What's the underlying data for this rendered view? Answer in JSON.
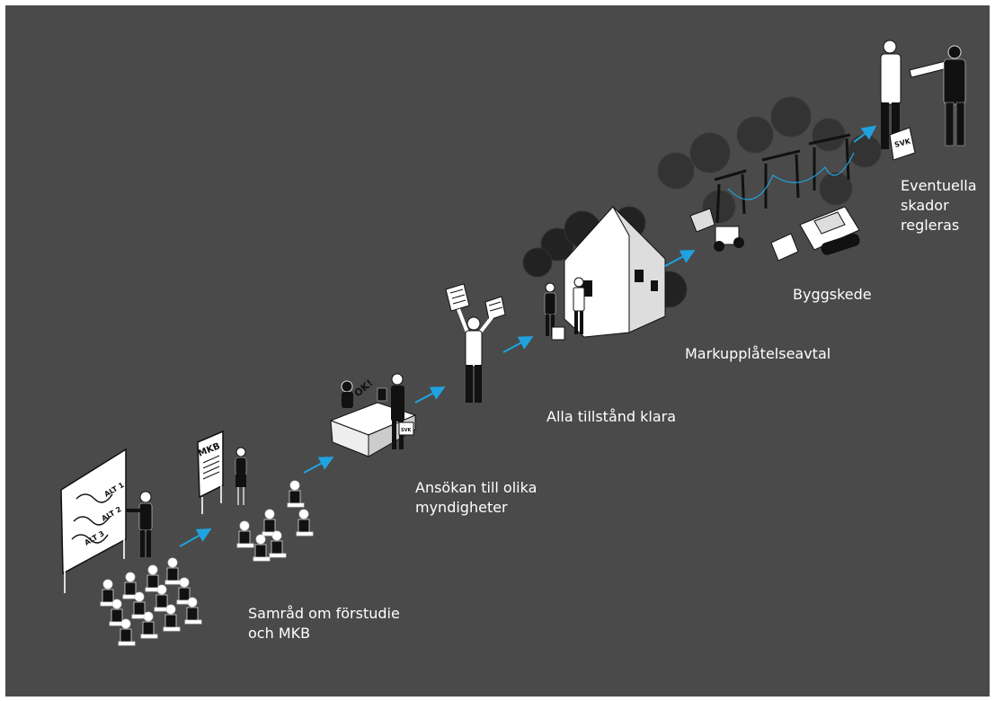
{
  "stages": [
    {
      "id": "samrad",
      "label": "Samråd om förstudie\noch MKB"
    },
    {
      "id": "ansokan",
      "label": "Ansökan till olika\nmyndigheter"
    },
    {
      "id": "tillstand",
      "label": "Alla tillstånd klara"
    },
    {
      "id": "markupplatelse",
      "label": "Markupplåtelseavtal"
    },
    {
      "id": "byggskede",
      "label": "Byggskede"
    },
    {
      "id": "skador",
      "label": "Eventuella\nskador\nregleras"
    }
  ],
  "signs": {
    "board_alts": [
      "ALT 1",
      "ALT 2",
      "ALT 3"
    ],
    "mkb_sign": "MKB",
    "ok_text": "OK!",
    "briefcase": "SVK"
  },
  "colors": {
    "background": "#4a4a4a",
    "arrow": "#1fa3e0",
    "figure": "#ffffff",
    "figure_dark": "#111111"
  }
}
